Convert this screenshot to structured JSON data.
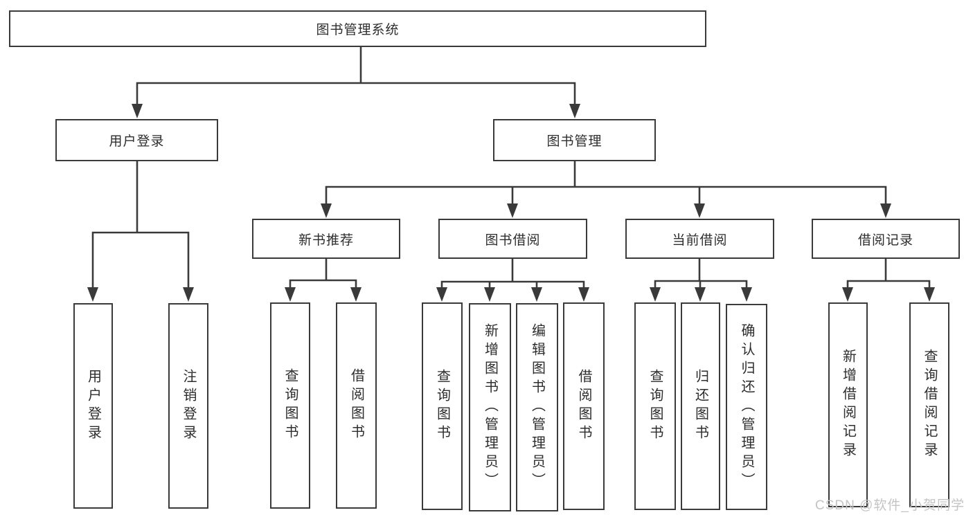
{
  "diagram_title": "图书管理系统",
  "nodes": {
    "root": "图书管理系统",
    "user_login": "用户登录",
    "book_mgmt": "图书管理",
    "new_book": "新书推荐",
    "book_borrow": "图书借阅",
    "current_borrow": "当前借阅",
    "borrow_records": "借阅记录",
    "leaf_user_login": "用户登录",
    "leaf_logout": "注销登录",
    "leaf_nb_query": "查询图书",
    "leaf_nb_borrow": "借阅图书",
    "leaf_bb_query": "查询图书",
    "leaf_bb_add": "新增图书（管理员）",
    "leaf_bb_edit": "编辑图书（管理员）",
    "leaf_bb_borrow": "借阅图书",
    "leaf_cb_query": "查询图书",
    "leaf_cb_return": "归还图书",
    "leaf_cb_confirm": "确认归还（管理员）",
    "leaf_br_add": "新增借阅记录",
    "leaf_br_query": "查询借阅记录"
  },
  "watermark": "CSDN @软件_小贺同学",
  "colors": {
    "line": "#3a3a3a",
    "text": "#2d2d2d",
    "watermark": "#c4c4c4",
    "bg": "#ffffff"
  }
}
